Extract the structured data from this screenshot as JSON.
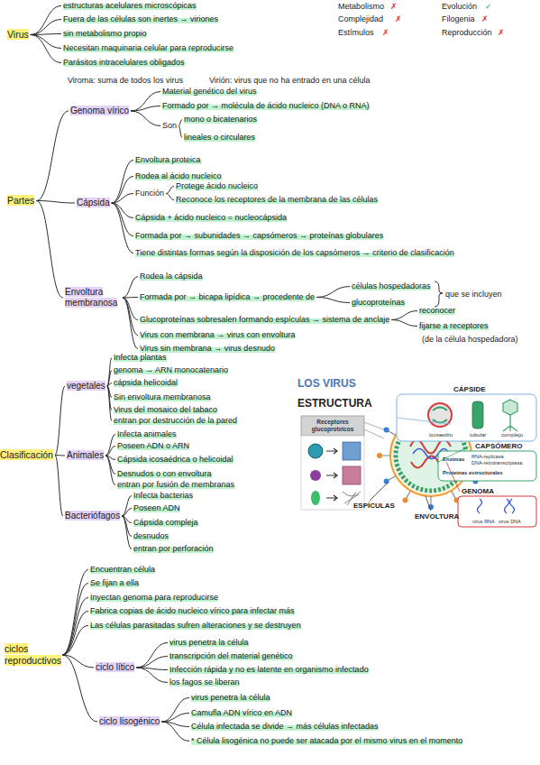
{
  "diagram": {
    "nodes": [
      {
        "text": [
          "Virus"
        ]
      },
      {
        "text": [
          "estructuras acelulares microscópicas"
        ]
      },
      {
        "text": [
          "Fuera de las células son inertes → viriones"
        ]
      },
      {
        "text": [
          "sin metabolismo propio"
        ]
      },
      {
        "text": [
          "Necesitan maquinaria celular para reproducirse"
        ]
      },
      {
        "text": [
          "Parásitos intracelulares obligados"
        ]
      },
      {
        "text": [
          "Partes"
        ]
      },
      {
        "text": [
          "Genoma vírico"
        ]
      },
      {
        "text": [
          "Material genético del virus"
        ]
      },
      {
        "text": [
          "Formado por → molécula de ácido nucleico (DNA o RNA)"
        ]
      },
      {
        "text": [
          "Son"
        ]
      },
      {
        "text": [
          "mono o bicatenarios"
        ]
      },
      {
        "text": [
          "lineales o circulares"
        ]
      },
      {
        "text": [
          "Cápsida"
        ]
      },
      {
        "text": [
          "Envoltura proteica"
        ]
      },
      {
        "text": [
          "Rodea al ácido nucleico"
        ]
      },
      {
        "text": [
          "Función"
        ]
      },
      {
        "text": [
          "Protege ácido nucleico"
        ]
      },
      {
        "text": [
          "Reconoce los receptores de la membrana de las células"
        ]
      },
      {
        "text": [
          "Cápsida + ácido nucleico = nucleocápsida"
        ]
      },
      {
        "text": [
          "Formada por → subunidades → capsómeros → proteínas globulares"
        ]
      },
      {
        "text": [
          "Tiene distintas formas según la disposición de los capsómeros → criterio de clasificación"
        ]
      },
      {
        "text": [
          "Envoltura membranosa"
        ]
      },
      {
        "text": [
          "Rodea la cápsida"
        ]
      },
      {
        "text": [
          "Formada por → bicapa lipídica → procedente de"
        ]
      },
      {
        "text": [
          "células hospedadoras"
        ]
      },
      {
        "text": [
          "glucoproteínas"
        ]
      },
      {
        "text": [
          "Glucoproteínas sobresalen formando espículas → sistema de anclaje"
        ]
      },
      {
        "text": [
          "reconocer"
        ]
      },
      {
        "text": [
          "fijarse a receptores"
        ]
      },
      {
        "text": [
          "Virus con membrana → virus con envoltura"
        ]
      },
      {
        "text": [
          "Virus sin membrana → virus desnudo"
        ]
      },
      {
        "text": [
          "Clasificación"
        ]
      },
      {
        "text": [
          "vegetales"
        ]
      },
      {
        "text": [
          "Infecta plantas"
        ]
      },
      {
        "text": [
          "genoma → ARN monocatenario"
        ]
      },
      {
        "text": [
          "cápsida helicoidal"
        ]
      },
      {
        "text": [
          "Sin envoltura membranosa"
        ]
      },
      {
        "text": [
          "Virus del mosaico del tabaco"
        ]
      },
      {
        "text": [
          "entran por destrucción de la pared"
        ]
      },
      {
        "text": [
          "Animales"
        ]
      },
      {
        "text": [
          "Infecta animales"
        ]
      },
      {
        "text": [
          "Poseen ADN o ARN"
        ]
      },
      {
        "text": [
          "Cápsida icosaédrica o helicoidal"
        ]
      },
      {
        "text": [
          "Desnudos o con envoltura"
        ]
      },
      {
        "text": [
          "entran por fusión de membranas"
        ]
      },
      {
        "text": [
          "Bacteriófagos"
        ]
      },
      {
        "text": [
          "Infecta bacterias"
        ]
      },
      {
        "text": [
          "Poseen ADN"
        ]
      },
      {
        "text": [
          "Cápsida compleja"
        ]
      },
      {
        "text": [
          "desnudos"
        ]
      },
      {
        "text": [
          "entran por perforación"
        ]
      },
      {
        "text": [
          "ciclos reproductivos"
        ]
      },
      {
        "text": [
          "Encuentran célula"
        ]
      },
      {
        "text": [
          "Se fijan a ella"
        ]
      },
      {
        "text": [
          "Inyectan genoma para reproducirse"
        ]
      },
      {
        "text": [
          "Fabrica copias de ácido nucleico vírico para infectar más"
        ]
      },
      {
        "text": [
          "Las células parasitadas sufren alteraciones y se destruyen"
        ]
      },
      {
        "text": [
          "ciclo lítico"
        ]
      },
      {
        "text": [
          "virus penetra la célula"
        ]
      },
      {
        "text": [
          "transcripción del material genético"
        ]
      },
      {
        "text": [
          "Infección rápida y no es latente en organismo infectado"
        ]
      },
      {
        "text": [
          "los fagos se liberan"
        ]
      },
      {
        "text": [
          "ciclo lisogénico"
        ]
      },
      {
        "text": [
          "virus penetra la célula"
        ]
      },
      {
        "text": [
          "Camufla ADN vírico en ADN"
        ]
      },
      {
        "text": [
          "Célula infectada se divide → más células infectadas"
        ]
      },
      {
        "text": [
          "* Célula lisogénica no puede ser atacada por el mismo virus en el momento"
        ]
      }
    ],
    "edges": [
      {
        "from": 0,
        "to": 1,
        "arrow": "none"
      },
      {
        "from": 0,
        "to": 2,
        "arrow": "none"
      },
      {
        "from": 0,
        "to": 3,
        "arrow": "none"
      },
      {
        "from": 0,
        "to": 4,
        "arrow": "none"
      },
      {
        "from": 0,
        "to": 5,
        "arrow": "none"
      },
      {
        "from": 6,
        "to": 7,
        "arrow": "none"
      },
      {
        "from": 6,
        "to": 13,
        "arrow": "none"
      },
      {
        "from": 6,
        "to": 22,
        "arrow": "none"
      },
      {
        "from": 7,
        "to": 8,
        "arrow": "none"
      },
      {
        "from": 7,
        "to": 9,
        "arrow": "none"
      },
      {
        "from": 7,
        "to": 10,
        "arrow": "none"
      },
      {
        "from": 10,
        "to": 11,
        "arrow": "none"
      },
      {
        "from": 10,
        "to": 12,
        "arrow": "none"
      },
      {
        "from": 13,
        "to": 14,
        "arrow": "none"
      },
      {
        "from": 13,
        "to": 15,
        "arrow": "none"
      },
      {
        "from": 13,
        "to": 16,
        "arrow": "none"
      },
      {
        "from": 13,
        "to": 19,
        "arrow": "none"
      },
      {
        "from": 13,
        "to": 20,
        "arrow": "none"
      },
      {
        "from": 13,
        "to": 21,
        "arrow": "none"
      },
      {
        "from": 16,
        "to": 17,
        "arrow": "none"
      },
      {
        "from": 16,
        "to": 18,
        "arrow": "none"
      },
      {
        "from": 22,
        "to": 23,
        "arrow": "none"
      },
      {
        "from": 22,
        "to": 24,
        "arrow": "none"
      },
      {
        "from": 22,
        "to": 27,
        "arrow": "none"
      },
      {
        "from": 22,
        "to": 30,
        "arrow": "none"
      },
      {
        "from": 22,
        "to": 31,
        "arrow": "none"
      },
      {
        "from": 24,
        "to": 25,
        "arrow": "none"
      },
      {
        "from": 24,
        "to": 26,
        "arrow": "none"
      },
      {
        "from": 27,
        "to": 28,
        "arrow": "none"
      },
      {
        "from": 27,
        "to": 29,
        "arrow": "none"
      },
      {
        "from": 32,
        "to": 33,
        "arrow": "none"
      },
      {
        "from": 32,
        "to": 40,
        "arrow": "none"
      },
      {
        "from": 32,
        "to": 46,
        "arrow": "none"
      },
      {
        "from": 33,
        "to": 34,
        "arrow": "none"
      },
      {
        "from": 33,
        "to": 35,
        "arrow": "none"
      },
      {
        "from": 33,
        "to": 36,
        "arrow": "none"
      },
      {
        "from": 33,
        "to": 37,
        "arrow": "none"
      },
      {
        "from": 33,
        "to": 38,
        "arrow": "none"
      },
      {
        "from": 33,
        "to": 39,
        "arrow": "none"
      },
      {
        "from": 40,
        "to": 41,
        "arrow": "none"
      },
      {
        "from": 40,
        "to": 42,
        "arrow": "none"
      },
      {
        "from": 40,
        "to": 43,
        "arrow": "none"
      },
      {
        "from": 40,
        "to": 44,
        "arrow": "none"
      },
      {
        "from": 40,
        "to": 45,
        "arrow": "none"
      },
      {
        "from": 46,
        "to": 47,
        "arrow": "none"
      },
      {
        "from": 46,
        "to": 48,
        "arrow": "none"
      },
      {
        "from": 46,
        "to": 49,
        "arrow": "none"
      },
      {
        "from": 46,
        "to": 50,
        "arrow": "none"
      },
      {
        "from": 46,
        "to": 51,
        "arrow": "none"
      },
      {
        "from": 52,
        "to": 53,
        "arrow": "none"
      },
      {
        "from": 52,
        "to": 54,
        "arrow": "none"
      },
      {
        "from": 52,
        "to": 55,
        "arrow": "none"
      },
      {
        "from": 52,
        "to": 56,
        "arrow": "none"
      },
      {
        "from": 52,
        "to": 57,
        "arrow": "none"
      },
      {
        "from": 52,
        "to": 58,
        "arrow": "none"
      },
      {
        "from": 52,
        "to": 63,
        "arrow": "none"
      },
      {
        "from": 58,
        "to": 59,
        "arrow": "none"
      },
      {
        "from": 58,
        "to": 60,
        "arrow": "none"
      },
      {
        "from": 58,
        "to": 61,
        "arrow": "none"
      },
      {
        "from": 58,
        "to": 62,
        "arrow": "none"
      },
      {
        "from": 63,
        "to": 64,
        "arrow": "none"
      },
      {
        "from": 63,
        "to": 65,
        "arrow": "none"
      },
      {
        "from": 63,
        "to": 66,
        "arrow": "none"
      },
      {
        "from": 63,
        "to": 67,
        "arrow": "none"
      }
    ],
    "labels": [
      "Metabolismo",
      "✗",
      "Complejidad",
      "✗",
      "Estímulos",
      "✗",
      "Evolución",
      "✓",
      "Filogenia",
      "✗",
      "Reproducción",
      "✗",
      "Viroma: suma de todos los virus",
      "Virión: virus que no ha entrado en una célula",
      "que se incluyen",
      "(de la célula hospedadora)",
      "LOS VIRUS",
      "ESTRUCTURA",
      "Receptores glucoproteicos",
      "CÁPSIDE",
      "icosaedro",
      "tubular",
      "complejo",
      "CAPSÓMERO",
      "Enzimas",
      "RNA-replicasa",
      "DNA-retrotranscriptasa",
      "Proteínas estructurales",
      "GENOMA",
      "virus RNA",
      "virus DNA",
      "ESPÍCULAS",
      "ENVOLTURA"
    ]
  }
}
